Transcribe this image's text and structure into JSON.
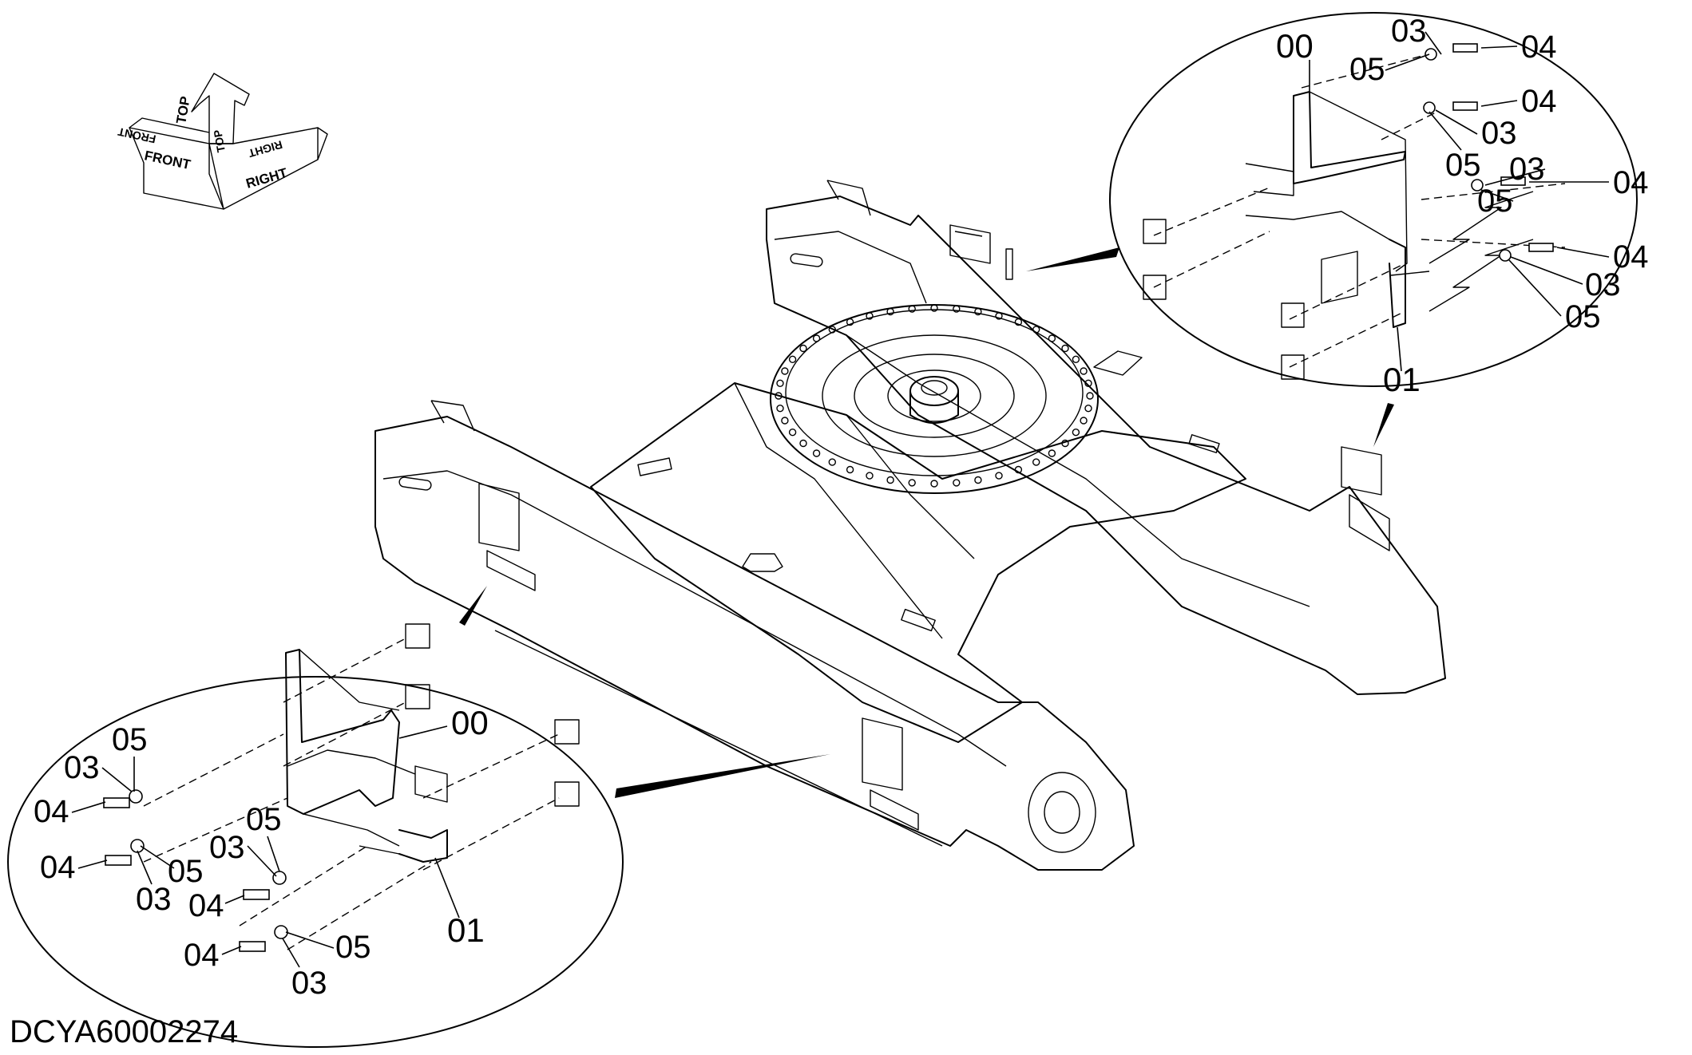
{
  "drawing_id": "DCYA60002274",
  "orientation": {
    "front": "FRONT",
    "top": "TOP",
    "right": "RIGHT"
  },
  "upper_detail": {
    "part_00": "00",
    "part_01": "01",
    "callouts": [
      {
        "part": "03"
      },
      {
        "part": "04"
      },
      {
        "part": "05"
      },
      {
        "part": "04"
      },
      {
        "part": "03"
      },
      {
        "part": "05"
      },
      {
        "part": "03"
      },
      {
        "part": "04"
      },
      {
        "part": "05"
      },
      {
        "part": "04"
      },
      {
        "part": "03"
      },
      {
        "part": "05"
      }
    ]
  },
  "lower_detail": {
    "part_00": "00",
    "part_01": "01",
    "callouts": [
      {
        "part": "05"
      },
      {
        "part": "03"
      },
      {
        "part": "04"
      },
      {
        "part": "04"
      },
      {
        "part": "05"
      },
      {
        "part": "03"
      },
      {
        "part": "03"
      },
      {
        "part": "05"
      },
      {
        "part": "04"
      },
      {
        "part": "04"
      },
      {
        "part": "05"
      },
      {
        "part": "03"
      }
    ]
  }
}
